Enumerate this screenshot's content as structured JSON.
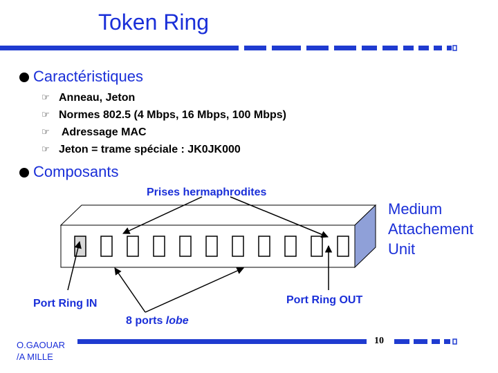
{
  "title": "Token Ring",
  "sections": [
    {
      "heading": "Caractéristiques",
      "items": [
        "Anneau, Jeton",
        "Normes 802.5 (4 Mbps, 16 Mbps, 100 Mbps)",
        " Adressage MAC",
        "Jeton = trame spéciale : JK0JK000"
      ]
    },
    {
      "heading": "Composants"
    }
  ],
  "diagram": {
    "label_prises": "Prises hermaphrodites",
    "label_mau_1": "Medium",
    "label_mau_2": "Attachement",
    "label_mau_3": "Unit",
    "label_port_in": "Port Ring IN",
    "label_port_out": "Port Ring OUT",
    "label_ports_prefix": "8 ports ",
    "label_ports_italic": "lobe",
    "port_count": 11
  },
  "footer": {
    "author_line1": "O.GAOUAR",
    "author_line2": "/A MILLE",
    "page_number": "10"
  },
  "colors": {
    "accent": "#1a2fd8",
    "bar": "#1f3bd0",
    "mau_front": "#ffffff",
    "mau_side": "#8fa0d8"
  },
  "icons": {
    "section_bullet": "black-dot",
    "item_bullet": "pointing-hand-icon"
  }
}
